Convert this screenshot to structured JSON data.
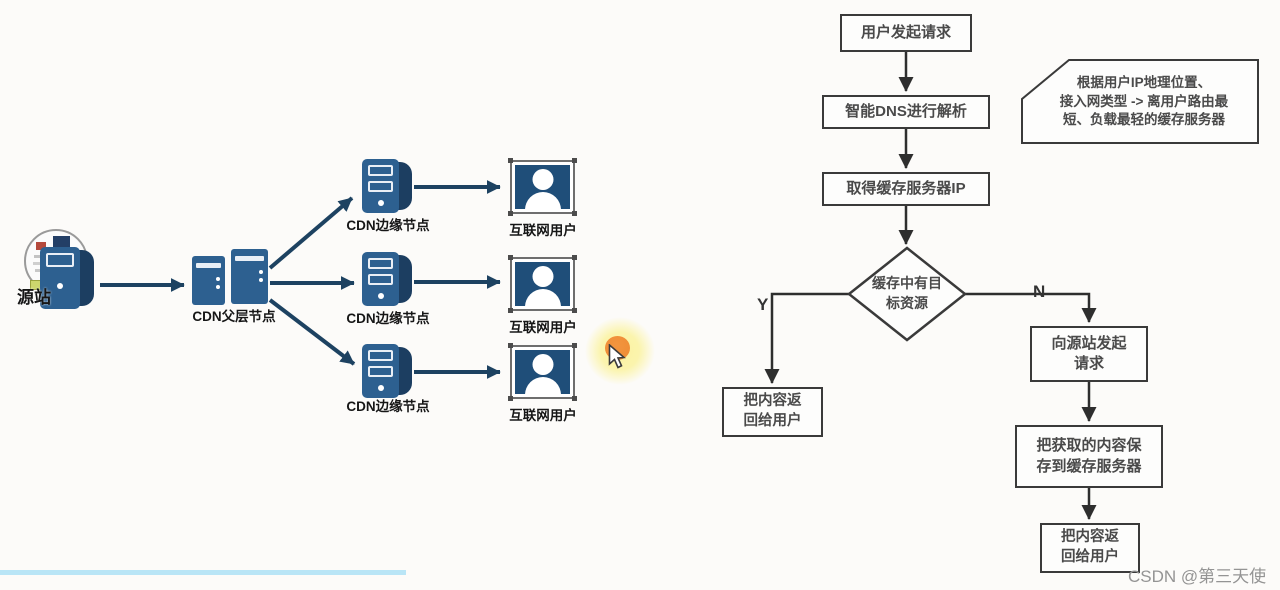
{
  "left_diagram": {
    "origin_label": "源站",
    "parent_label": "CDN父层节点",
    "edge_nodes": [
      {
        "label": "CDN边缘节点"
      },
      {
        "label": "CDN边缘节点"
      },
      {
        "label": "CDN边缘节点"
      }
    ],
    "users": [
      {
        "label": "互联网用户"
      },
      {
        "label": "互联网用户"
      },
      {
        "label": "互联网用户"
      }
    ]
  },
  "flowchart": {
    "boxes": {
      "request": "用户发起请求",
      "dns": "智能DNS进行解析",
      "get_ip": "取得缓存服务器IP",
      "decision": "缓存中有目\n标资源",
      "return_user_left": "把内容返\n回给用户",
      "origin_request": "向源站发起\n请求",
      "save_cache": "把获取的内容保\n存到缓存服务器",
      "return_user_right": "把内容返\n回给用户"
    },
    "labels": {
      "yes": "Y",
      "no": "N"
    },
    "callout": "根据用户IP地理位置、\n接入网类型 -> 离用户路由最\n短、负载最轻的缓存服务器"
  },
  "overlay": {
    "watermark": "CSDN @第三天使"
  },
  "colors": {
    "accent_server": "#2d6090",
    "server_side": "#1c3e61",
    "user_panel": "#1f4e79",
    "nav_arrow": "#1d4261",
    "flow_line": "#2e2e2e",
    "box_border": "#3a3a3a",
    "progress": "#b9e5f6",
    "halo": "#faf3a8",
    "cursor_dot": "#ef8b33",
    "watermark": "#949494"
  }
}
